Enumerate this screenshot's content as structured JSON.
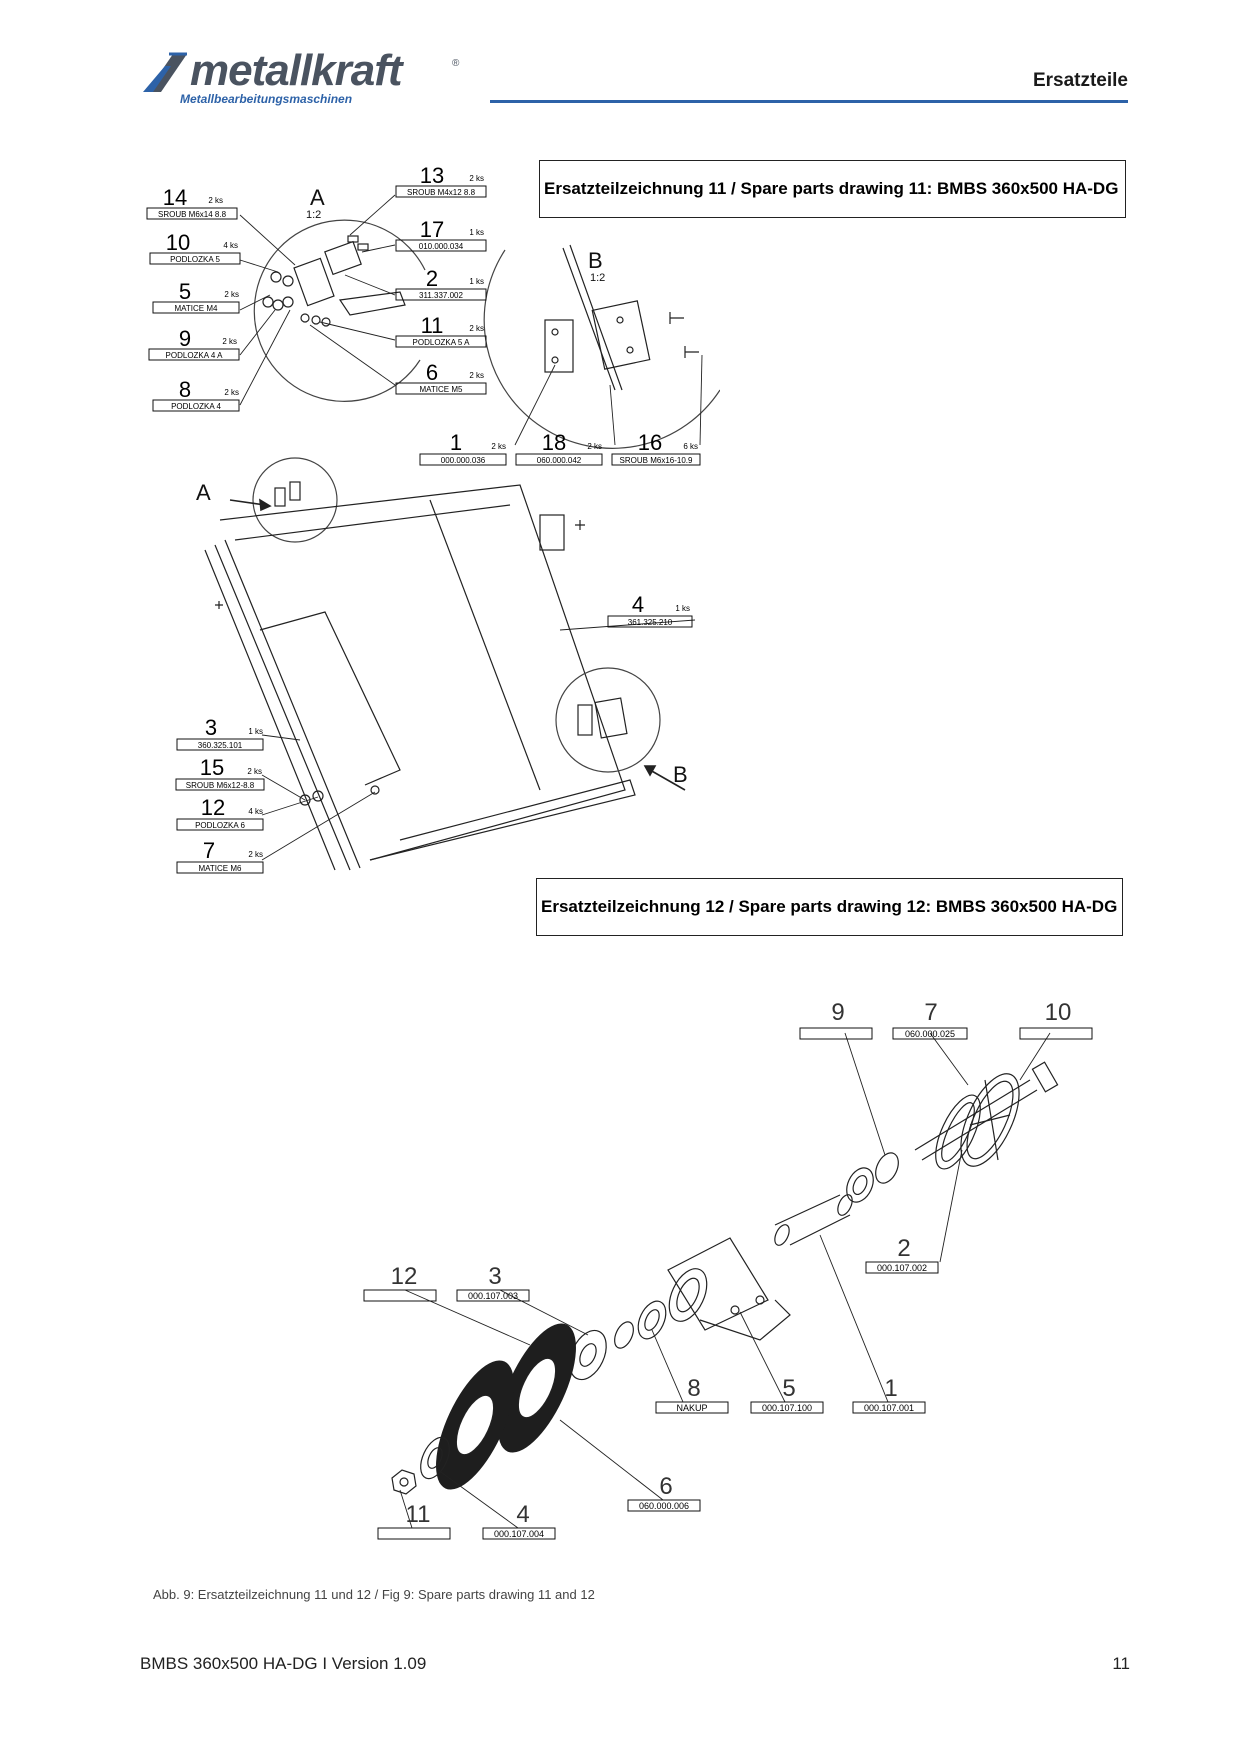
{
  "header": {
    "brand": "metallkraft",
    "brand_subtitle": "Metallbearbeitungsmaschinen",
    "section_title": "Ersatzteile"
  },
  "drawing11": {
    "title": "Ersatzteilzeichnung 11 / Spare parts drawing 11: BMBS 360x500 HA-DG",
    "detail_a_letter": "A",
    "detail_a_scale": "1:2",
    "detail_b_letter": "B",
    "detail_b_scale": "1:2",
    "main_a_letter": "A",
    "main_b_letter": "B",
    "parts": [
      {
        "num": "14",
        "qty": "2 ks",
        "code": "SROUB M6x14 8.8"
      },
      {
        "num": "10",
        "qty": "4 ks",
        "code": "PODLOZKA 5"
      },
      {
        "num": "5",
        "qty": "2 ks",
        "code": "MATICE M4"
      },
      {
        "num": "9",
        "qty": "2 ks",
        "code": "PODLOZKA 4 A"
      },
      {
        "num": "8",
        "qty": "2 ks",
        "code": "PODLOZKA 4"
      },
      {
        "num": "13",
        "qty": "2 ks",
        "code": "SROUB M4x12 8.8"
      },
      {
        "num": "17",
        "qty": "1 ks",
        "code": "010.000.034"
      },
      {
        "num": "2",
        "qty": "1 ks",
        "code": "311.337.002"
      },
      {
        "num": "11",
        "qty": "2 ks",
        "code": "PODLOZKA 5 A"
      },
      {
        "num": "6",
        "qty": "2 ks",
        "code": "MATICE M5"
      },
      {
        "num": "1",
        "qty": "2 ks",
        "code": "000.000.036"
      },
      {
        "num": "18",
        "qty": "2 ks",
        "code": "060.000.042"
      },
      {
        "num": "16",
        "qty": "6 ks",
        "code": "SROUB M6x16-10.9"
      },
      {
        "num": "4",
        "qty": "1 ks",
        "code": "361.325.210"
      },
      {
        "num": "3",
        "qty": "1 ks",
        "code": "360.325.101"
      },
      {
        "num": "15",
        "qty": "2 ks",
        "code": "SROUB M6x12-8.8"
      },
      {
        "num": "12",
        "qty": "4 ks",
        "code": "PODLOZKA 6"
      },
      {
        "num": "7",
        "qty": "2 ks",
        "code": "MATICE M6"
      }
    ]
  },
  "drawing12": {
    "title": "Ersatzteilzeichnung 12 / Spare parts drawing 12: BMBS 360x500 HA-DG",
    "parts": [
      {
        "num": "9",
        "code": ""
      },
      {
        "num": "7",
        "code": "060.000.025"
      },
      {
        "num": "10",
        "code": ""
      },
      {
        "num": "2",
        "code": "000.107.002"
      },
      {
        "num": "12",
        "code": ""
      },
      {
        "num": "3",
        "code": "000.107.003"
      },
      {
        "num": "8",
        "code": "NAKUP"
      },
      {
        "num": "5",
        "code": "000.107.100"
      },
      {
        "num": "1",
        "code": "000.107.001"
      },
      {
        "num": "6",
        "code": "060.000.006"
      },
      {
        "num": "11",
        "code": ""
      },
      {
        "num": "4",
        "code": "000.107.004"
      }
    ]
  },
  "caption": "Abb. 9: Ersatzteilzeichnung 11 und 12 / Fig 9: Spare parts drawing 11 and 12",
  "footer": {
    "document": "BMBS 360x500 HA-DG I Version 1.09",
    "page_number": "11"
  }
}
